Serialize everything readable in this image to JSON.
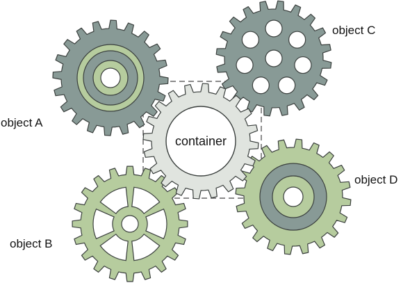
{
  "colors": {
    "gray_gear": "#889A96",
    "green_gear": "#B6CC9E",
    "container_gear": "#E0E4DF",
    "outline": "#3A3F3D",
    "hole": "#ffffff"
  },
  "container": {
    "label": "container"
  },
  "objects": [
    {
      "id": "A",
      "label": "object A"
    },
    {
      "id": "B",
      "label": "object B"
    },
    {
      "id": "C",
      "label": "object C"
    },
    {
      "id": "D",
      "label": "object D"
    }
  ]
}
